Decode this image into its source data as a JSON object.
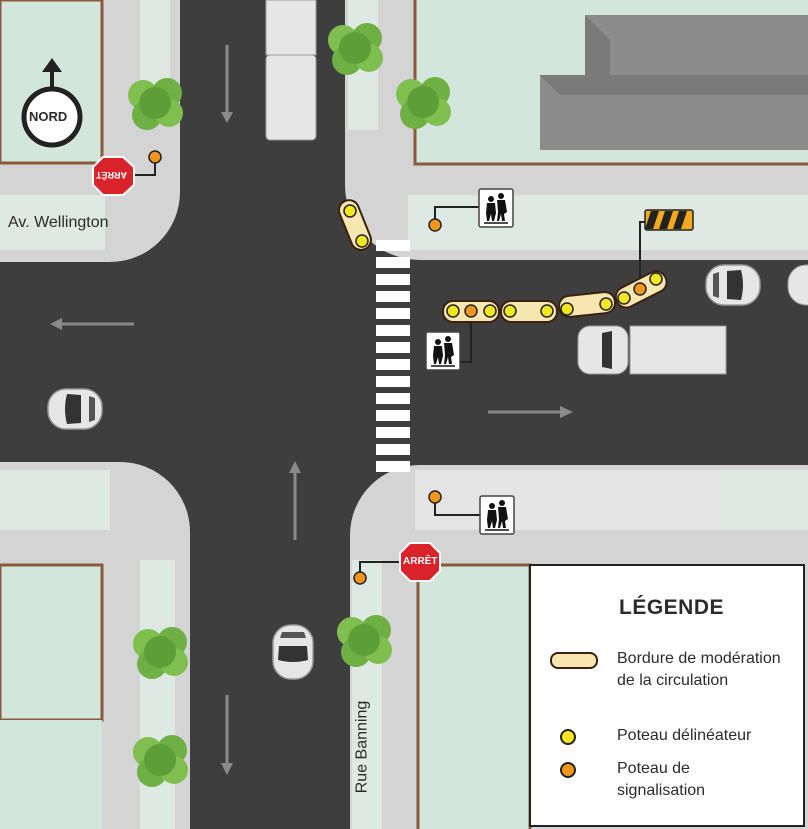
{
  "map": {
    "street_labels": {
      "horizontal": "Av. Wellington",
      "vertical": "Rue Banning"
    },
    "compass": {
      "label": "NORD"
    },
    "stop_signs": [
      "ARRÊT",
      "ARRÊT"
    ],
    "colors": {
      "road": "#3e3e3e",
      "sidewalk": "#d4d4d4",
      "grass": "#dde9e2",
      "lot_border": "#8a5a3c",
      "building": "#8c8c8c",
      "curb_fill": "#f8e6b0",
      "delineator": "#f2e623",
      "sign_post": "#f0961e",
      "tree": "#6eb043"
    }
  },
  "legend": {
    "title": "LÉGENDE",
    "items": [
      {
        "label": "Bordure de modération de la circulation",
        "icon": "curb-extension-icon"
      },
      {
        "label": "Poteau délinéateur",
        "icon": "delineator-post-icon"
      },
      {
        "label": "Poteau de signalisation",
        "icon": "sign-post-icon"
      }
    ]
  }
}
